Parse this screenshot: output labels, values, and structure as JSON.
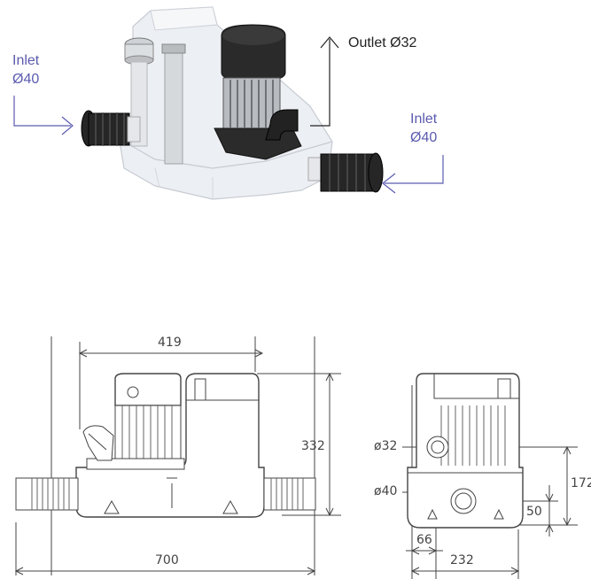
{
  "callouts": {
    "inlet_left_name": "Inlet",
    "inlet_left_size": "Ø40",
    "inlet_right_name": "Inlet",
    "inlet_right_size": "Ø40",
    "outlet": "Outlet Ø32",
    "color_inlet": "#5b5bb0",
    "color_outlet": "#222222"
  },
  "front_view": {
    "width_total": "700",
    "width_body": "419",
    "height": "332"
  },
  "side_view": {
    "outlet_dia": "ø32",
    "inlet_dia": "ø40",
    "height_outlet": "172",
    "height_inlet": "50",
    "offset_inlet": "66",
    "depth": "232"
  }
}
